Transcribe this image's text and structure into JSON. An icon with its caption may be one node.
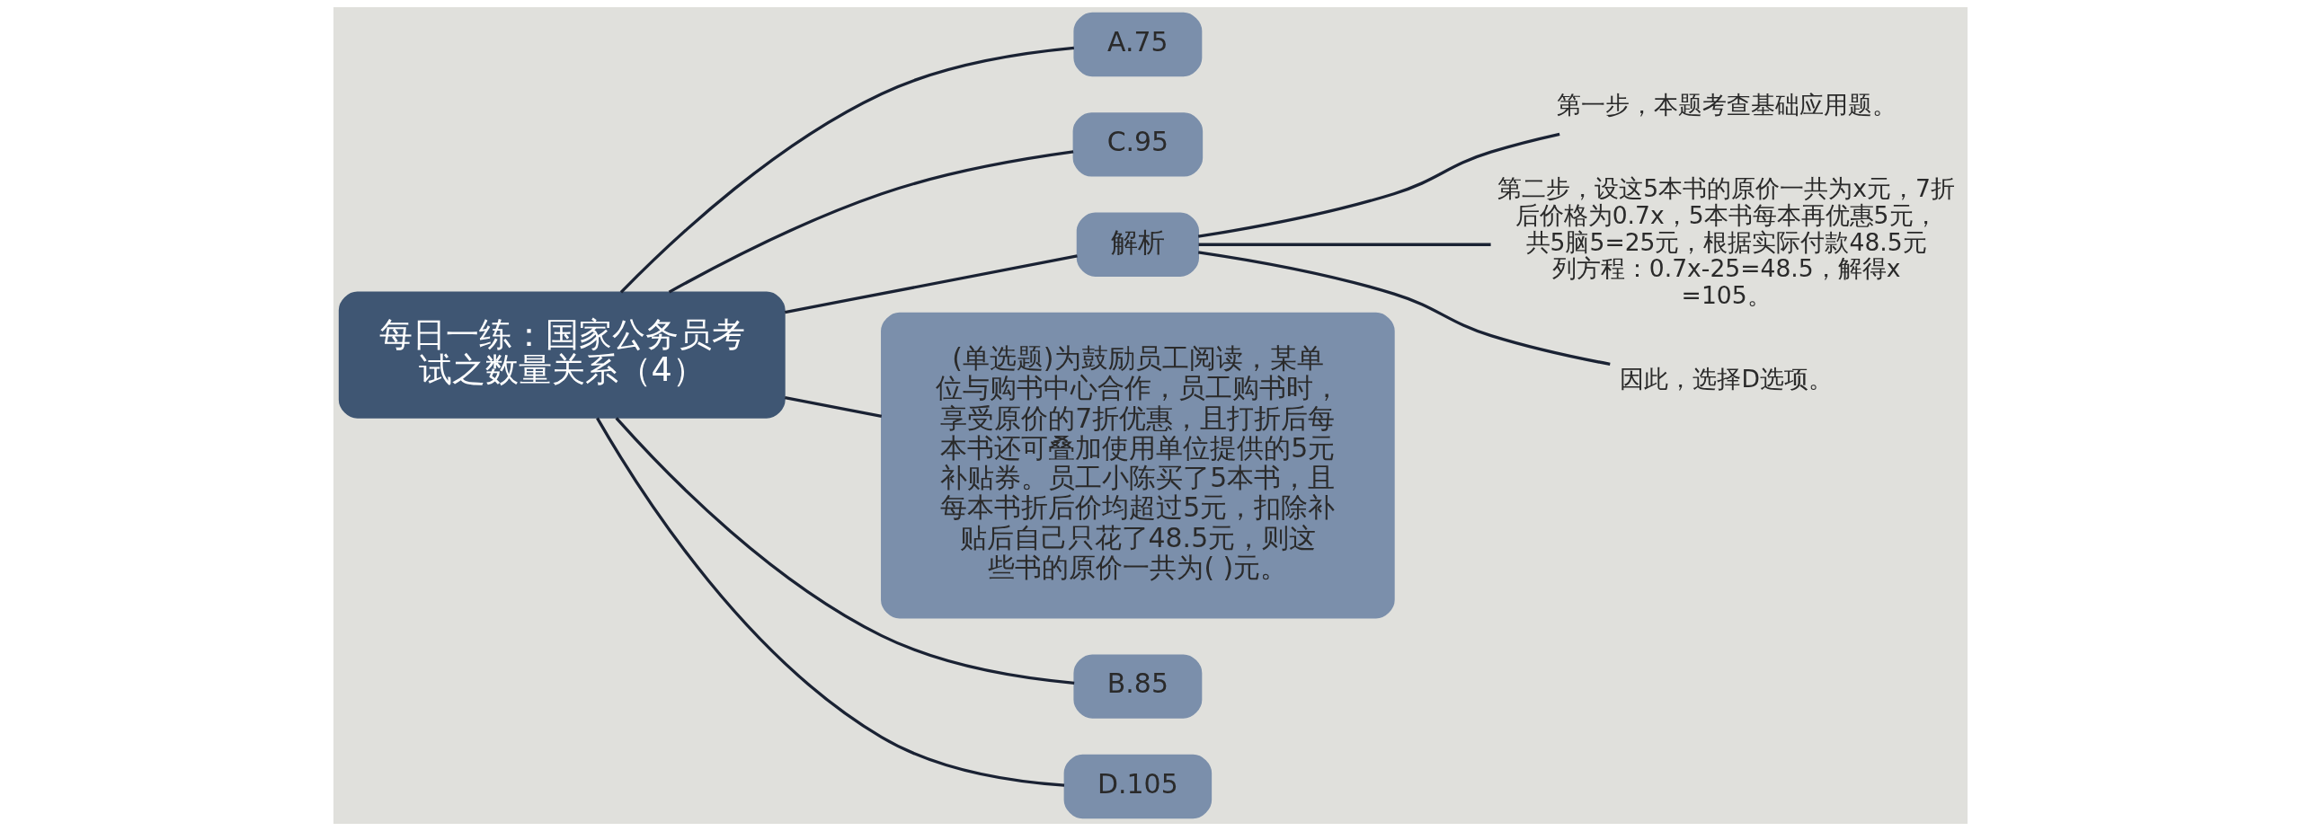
{
  "diagram": {
    "nodes": [
      {
        "text": [
          "每日一练：国家公务员考试之数量关系（4）"
        ]
      },
      {
        "text": [
          "A.75"
        ]
      },
      {
        "text": [
          "C.95"
        ]
      },
      {
        "text": [
          "解析"
        ]
      },
      {
        "text": [
          "第一步，本题考查基础应用题。"
        ]
      },
      {
        "text": [
          "第二步，设这5本书的原价一共为x元，7折后价格为0.7x，5本书每本再优惠5元，共5脑5=25元，根据实际付款48.5元列方程：0.7x-25=48.5，解得x=105。"
        ]
      },
      {
        "text": [
          "因此，选择D选项。"
        ]
      },
      {
        "text": [
          "(单选题)为鼓励员工阅读，某单位与购书中心合作，员工购书时，享受原价的7折优惠，且打折后每本书还可叠加使用单位提供的5元补贴券。员工小陈买了5本书，且每本书折后价均超过5元，扣除补贴后自己只花了48.5元，则这些书的原价一共为( )元。"
        ]
      },
      {
        "text": [
          "B.85"
        ]
      },
      {
        "text": [
          "D.105"
        ]
      }
    ],
    "edges": [
      {
        "from": 0,
        "to": 1,
        "arrow": "none"
      },
      {
        "from": 0,
        "to": 2,
        "arrow": "none"
      },
      {
        "from": 0,
        "to": 3,
        "arrow": "none"
      },
      {
        "from": 3,
        "to": 4,
        "arrow": "none"
      },
      {
        "from": 3,
        "to": 5,
        "arrow": "none"
      },
      {
        "from": 3,
        "to": 6,
        "arrow": "none"
      },
      {
        "from": 0,
        "to": 7,
        "arrow": "none"
      },
      {
        "from": 0,
        "to": 8,
        "arrow": "none"
      },
      {
        "from": 0,
        "to": 9,
        "arrow": "none"
      }
    ]
  }
}
